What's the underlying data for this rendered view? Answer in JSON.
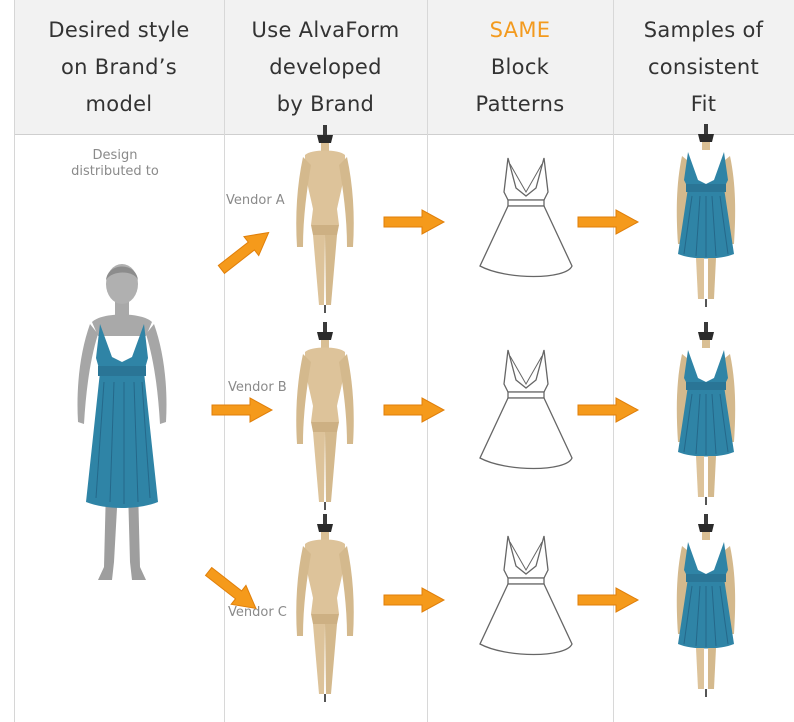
{
  "columns": [
    {
      "lines": [
        "Desired style",
        "on Brand’s",
        "model"
      ]
    },
    {
      "lines": [
        "Use AlvaForm",
        "developed",
        "by Brand"
      ]
    },
    {
      "lines": [
        "SAME",
        "Block",
        "Patterns"
      ]
    },
    {
      "lines": [
        "Samples of",
        "consistent",
        "Fit"
      ]
    }
  ],
  "note": {
    "line1": "Design",
    "line2": "distributed to"
  },
  "vendors": [
    {
      "label": "Vendor A"
    },
    {
      "label": "Vendor B"
    },
    {
      "label": "Vendor C"
    }
  ],
  "colors": {
    "accent": "#f39a1e",
    "arrow": "#f59a1b",
    "dress": "#2f84a6",
    "skin": "#ddc39a",
    "model_skin": "#a9a9a9",
    "header_bg": "#f2f2f2"
  },
  "icons": {
    "arrow": "orange-arrow-icon",
    "mannequin": "dress-form-icon",
    "pattern": "dress-outline-icon",
    "sample": "dress-sample-icon",
    "model": "model-figure-icon"
  }
}
